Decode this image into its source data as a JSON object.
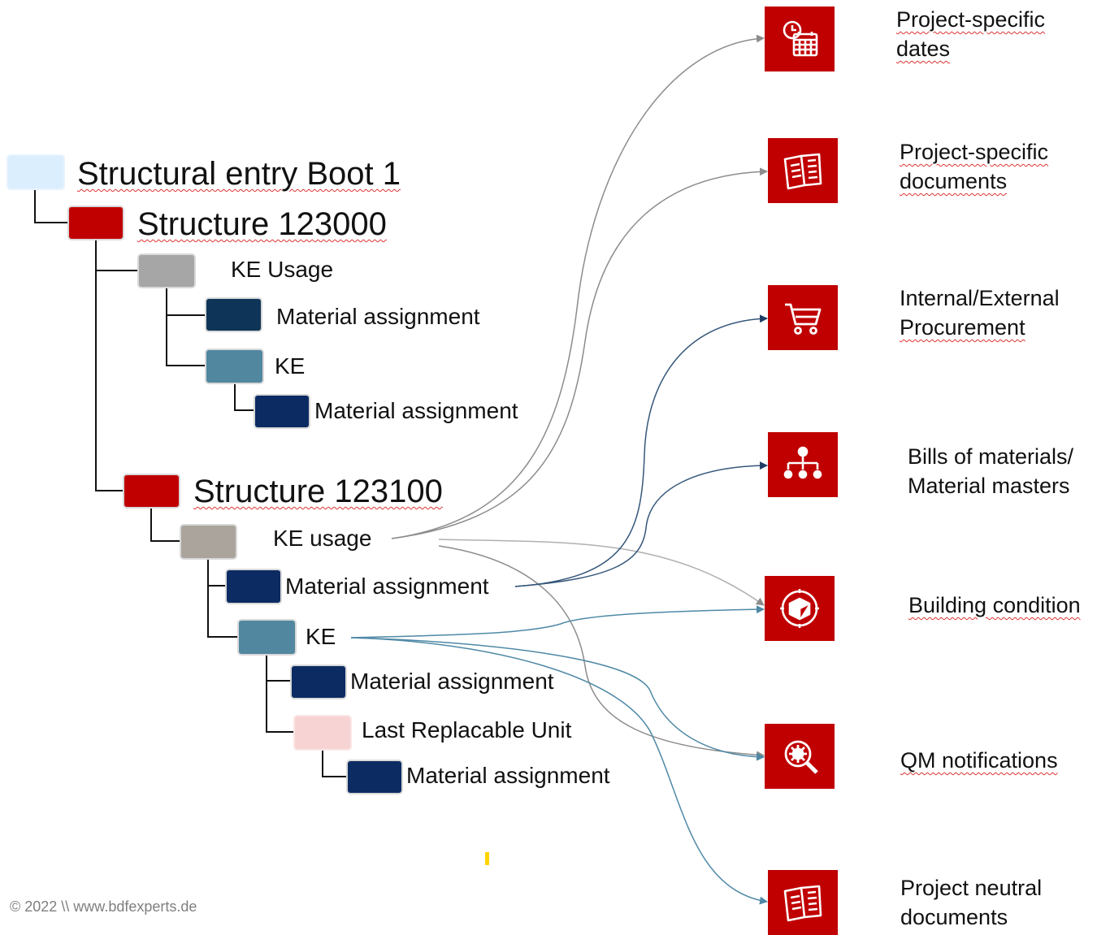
{
  "tree": {
    "root": {
      "label": "Structural entry Boot 1",
      "color": "#dbeefd"
    },
    "structure_1": {
      "label": "Structure 123000",
      "color": "#c00000",
      "ke_usage": {
        "label": "KE Usage",
        "color": "#a6a6a6"
      },
      "material_assignment_1": {
        "label": "Material assignment",
        "color": "#0e3557"
      },
      "ke": {
        "label": "KE",
        "color": "#5287a0"
      },
      "material_assignment_2": {
        "label": "Material assignment",
        "color": "#0c2b63"
      }
    },
    "structure_2": {
      "label": "Structure 123100",
      "color": "#c00000",
      "ke_usage": {
        "label": "KE usage",
        "color": "#aaa49d"
      },
      "material_assignment_1": {
        "label": "Material assignment",
        "color": "#0c2b63"
      },
      "ke": {
        "label": "KE",
        "color": "#5287a0"
      },
      "material_assignment_2": {
        "label": "Material assignment",
        "color": "#0c2b63"
      },
      "last_replacable_unit": {
        "label": "Last Replacable Unit",
        "color": "#f8d3d3"
      },
      "material_assignment_3": {
        "label": "Material assignment",
        "color": "#0c2b63"
      }
    }
  },
  "targets": [
    {
      "line1": "Project-specific",
      "line2": "dates",
      "icon": "calendar-clock-icon"
    },
    {
      "line1": "Project-specific",
      "line2": "documents",
      "icon": "documents-icon"
    },
    {
      "line1": "Internal/External",
      "line2": "Procurement",
      "icon": "shopping-cart-icon"
    },
    {
      "line1": "Bills of materials/",
      "line2": "Material masters",
      "icon": "hierarchy-gears-icon"
    },
    {
      "line1": "Building condition",
      "line2": "",
      "icon": "cube-target-icon"
    },
    {
      "line1": "QM notifications",
      "line2": "",
      "icon": "gear-magnifier-icon"
    },
    {
      "line1": "Project neutral",
      "line2": "documents",
      "icon": "documents-icon"
    }
  ],
  "footer": {
    "copyright": "© 2022 \\\\ www.bdfexperts.de"
  },
  "colors": {
    "tile": "#c00000",
    "wire_gray": "#8c8c8c",
    "wire_blue": "#35577a",
    "wire_teal": "#4f89a6"
  }
}
